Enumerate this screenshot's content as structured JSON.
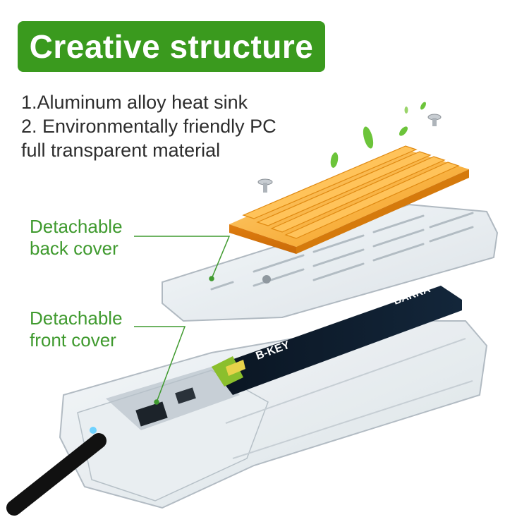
{
  "banner": {
    "title": "Creative structure"
  },
  "features": {
    "line1": "1.Aluminum alloy heat sink",
    "line2": "2. Environmentally friendly PC",
    "line3": "full transparent material"
  },
  "callouts": {
    "back_line1": "Detachable",
    "back_line2": "back cover",
    "front_line1": "Detachable",
    "front_line2": "front cover"
  },
  "ssd": {
    "brand": "BARRA",
    "key_label": "B-KEY"
  },
  "colors": {
    "banner_green": "#3a9a1e",
    "callout_green": "#3f9a2e",
    "heatsink_orange": "#f59a1a",
    "pcb_dark": "#0d1b2a"
  }
}
